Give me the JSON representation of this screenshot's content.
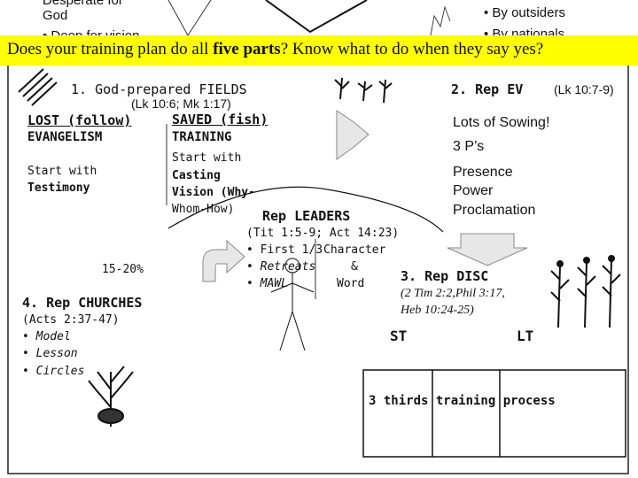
{
  "top_fragments": {
    "desperate": "Desperate for",
    "god": "God",
    "deep_for_vision": "• Deep for vision",
    "by_outsiders": "• By outsiders",
    "by_nationals": "• By nationals"
  },
  "banner": {
    "text_before": "Does your training plan do all ",
    "text_bold": "five parts",
    "text_after": "? Know what to do when they say yes?"
  },
  "fields": {
    "title": "1. God-prepared FIELDS",
    "ref": "(Lk 10:6; Mk 1:17)",
    "lost": "LOST (follow)",
    "evangelism": "EVANGELISM",
    "start_with": "Start with",
    "testimony": "Testimony",
    "saved": "SAVED (fish)",
    "training": "TRAINING",
    "start_with_2": "Start with",
    "casting": "Casting",
    "vision": "Vision (Why-",
    "whom_how": "Whom-How)",
    "percent": "15-20%"
  },
  "ev": {
    "title": "2. Rep EV",
    "ref": "(Lk 10:7-9)",
    "sowing": "Lots of Sowing!",
    "three_ps": "3 P’s",
    "presence": "Presence",
    "power": "Power",
    "proclamation": "Proclamation"
  },
  "leaders": {
    "title": "Rep LEADERS",
    "ref": "(Tit 1:5-9; Act 14:23)",
    "first_third": "• First 1/3",
    "character": "Character",
    "retreats": "• Retreats",
    "amp": "&",
    "mawl": "• MAWL",
    "word": "Word"
  },
  "disc": {
    "title": "3. Rep DISC",
    "ref_line1": "(2 Tim 2:2,Phil 3:17,",
    "ref_line2": "Heb 10:24-25)",
    "st": "ST",
    "lt": "LT",
    "thirds": "3 thirds training process"
  },
  "churches": {
    "title": "4. Rep CHURCHES",
    "ref": "(Acts 2:37-47)",
    "model": "• Model",
    "lesson": "• Lesson",
    "circles": "• Circles"
  }
}
